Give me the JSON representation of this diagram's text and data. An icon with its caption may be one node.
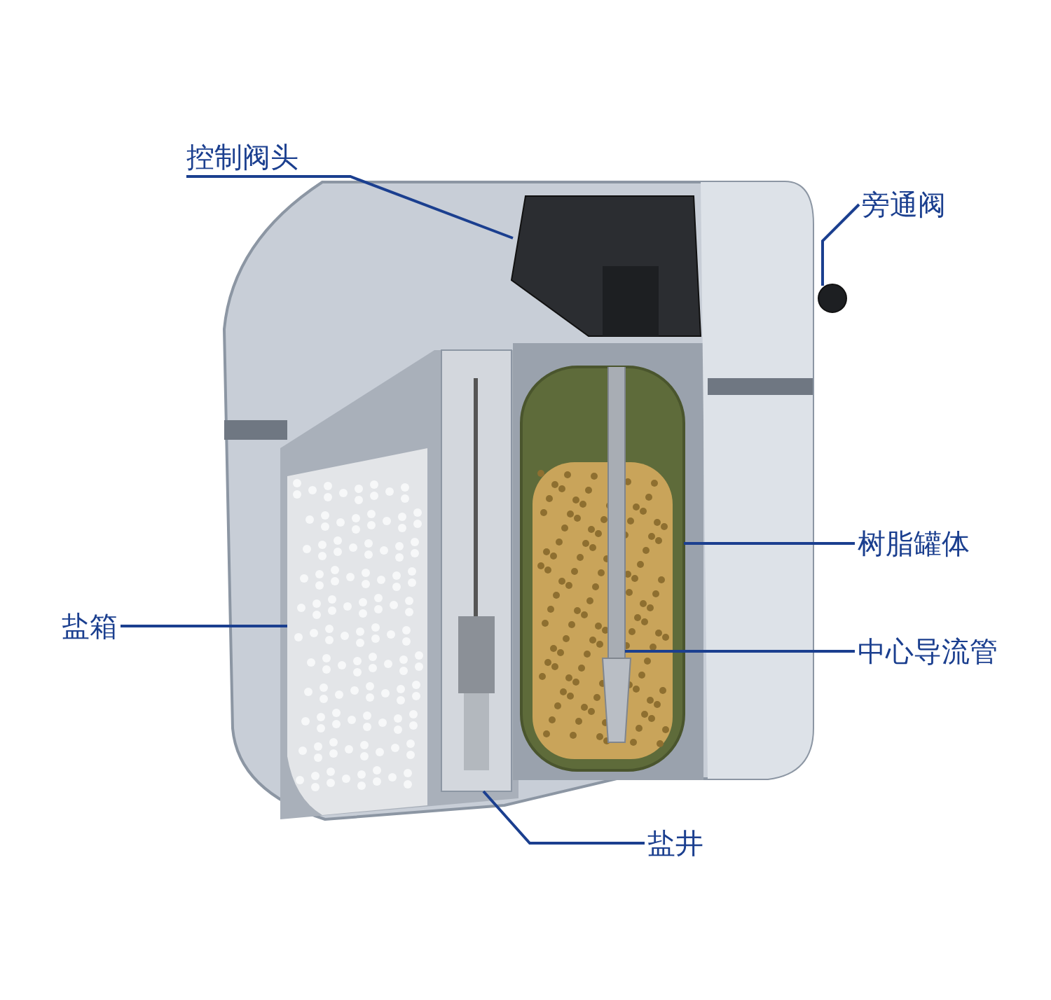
{
  "diagram": {
    "nodes": [
      {
        "text": [
          "控制阀头"
        ]
      },
      {
        "text": [
          "旁通阀"
        ]
      },
      {
        "text": [
          "树脂罐体"
        ]
      },
      {
        "text": [
          "盐箱"
        ]
      },
      {
        "text": [
          "中心导流管"
        ]
      },
      {
        "text": [
          "盐井"
        ]
      },
      {
        "text": [],
        "shape": "picture"
      },
      {
        "text": [],
        "shape": "circle"
      },
      {
        "text": [],
        "shape": "picture"
      },
      {
        "text": [],
        "shape": "picture"
      },
      {
        "text": [],
        "shape": "picture",
        "in": 8
      },
      {
        "text": [],
        "shape": "picture"
      }
    ],
    "edges": [
      {
        "from": 0,
        "to": 6,
        "arrow": "none"
      },
      {
        "from": 1,
        "to": 7,
        "arrow": "none"
      },
      {
        "from": 2,
        "to": 8,
        "arrow": "none"
      },
      {
        "from": 3,
        "to": 9,
        "arrow": "none"
      },
      {
        "from": 4,
        "to": 10,
        "arrow": "none"
      },
      {
        "from": 5,
        "to": 11,
        "arrow": "none"
      }
    ]
  }
}
